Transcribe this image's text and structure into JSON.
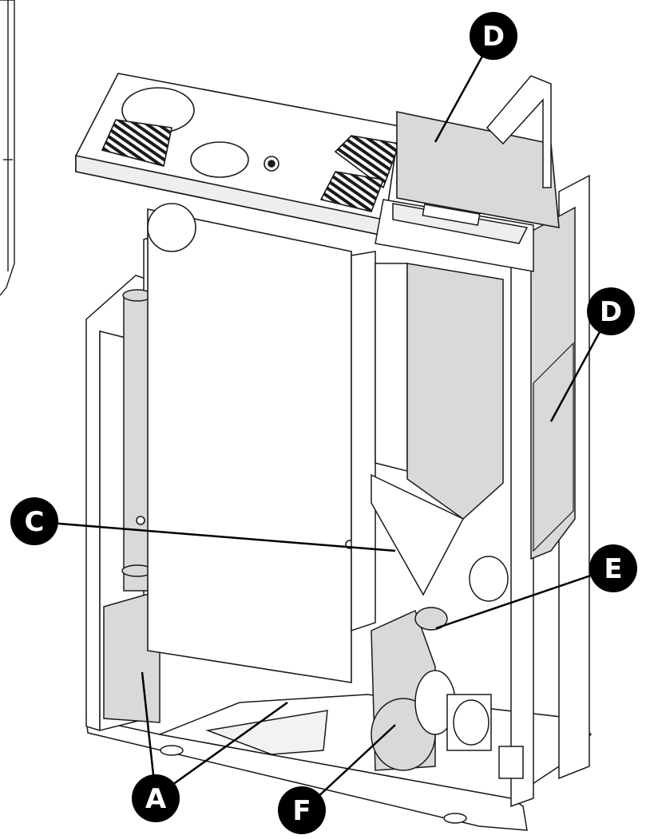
{
  "callouts": {
    "D_top": "D",
    "D_right": "D",
    "C": "C",
    "E": "E",
    "A": "A",
    "F": "F"
  },
  "colors": {
    "line": "#1a1a1a",
    "panel_fill": "#ffffff",
    "shaded_fill": "#d9d9d9",
    "badge_fill": "#000000",
    "badge_text": "#ffffff"
  }
}
